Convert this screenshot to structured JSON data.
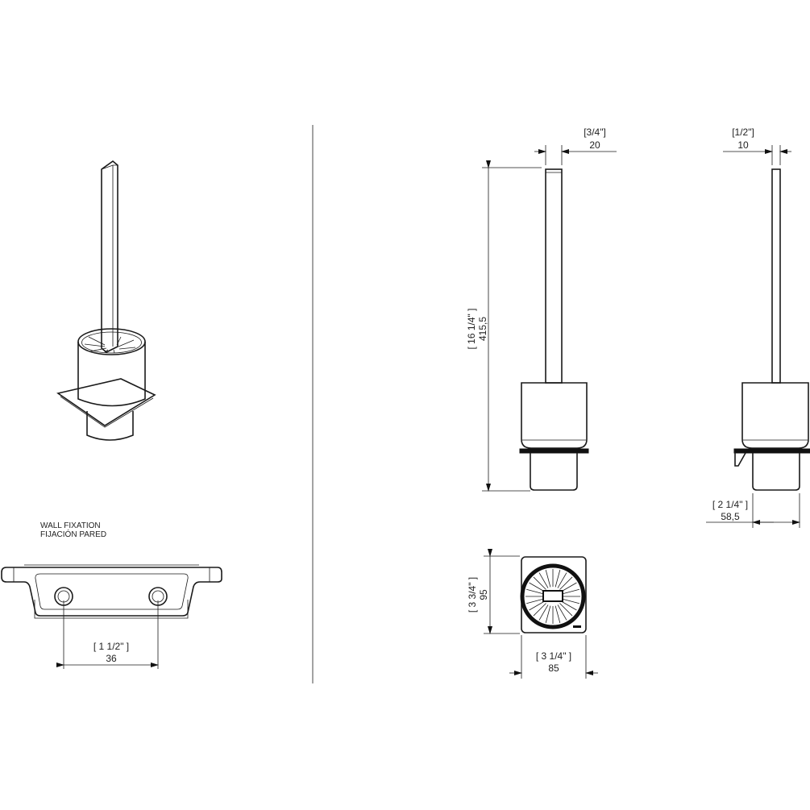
{
  "wall_fixation": {
    "label_en": "WALL FIXATION",
    "label_es": "FIJACIÓN PARED",
    "hole_spacing_in": "[ 1 1/2\" ]",
    "hole_spacing_mm": "36"
  },
  "front_view": {
    "handle_width_in": "[3/4\"]",
    "handle_width_mm": "20",
    "height_in": "[ 16 1/4\" ]",
    "height_mm": "415,5"
  },
  "side_view": {
    "handle_depth_in": "[1/2\"]",
    "handle_depth_mm": "10",
    "projection_in": "[ 2 1/4\" ]",
    "projection_mm": "58,5"
  },
  "top_view": {
    "depth_in": "[ 3 3/4\" ]",
    "depth_mm": "95",
    "width_in": "[ 3 1/4\" ]",
    "width_mm": "85"
  }
}
